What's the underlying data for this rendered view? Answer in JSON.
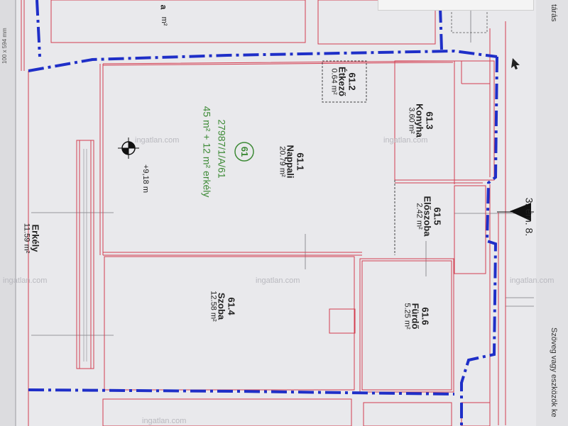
{
  "app": {
    "side_label_top": "tárás",
    "side_label_bottom": "Szöveg vagy eszközök ke",
    "pdf_size": "100 x 594 mm"
  },
  "rooms": [
    {
      "id": "konyha",
      "number": "61.3",
      "name": "Konyha",
      "area": "3.60 m²"
    },
    {
      "id": "etkezo",
      "number": "61.2",
      "name": "Étkező",
      "area": "0.64 m²"
    },
    {
      "id": "nappali",
      "number": "61.1",
      "name": "Nappali",
      "area": "20.79 m²"
    },
    {
      "id": "eloszoba",
      "number": "61.5",
      "name": "Előszoba",
      "area": "2.42 m²"
    },
    {
      "id": "furdo",
      "number": "61.6",
      "name": "Fürdő",
      "area": "5.25 m²"
    },
    {
      "id": "szoba",
      "number": "61.4",
      "name": "Szoba",
      "area": "12.58 m²"
    },
    {
      "id": "erkely",
      "name": "Erkély",
      "area": "11.59 m²"
    }
  ],
  "apartment": {
    "badge": "61",
    "parcel": "27987/1/A/61",
    "size": "45 m² + 12 m² erkély"
  },
  "level_mark": "+9,18 m",
  "floor_label": "3. em. 8.",
  "top_left_partial": "a",
  "top_left_partial_area": "m²",
  "watermark": "ingatlan.com",
  "colors": {
    "wall": "#d43d50",
    "boundary": "#1f2fc8",
    "annotation": "#3d8a36",
    "background": "#e9e9ec"
  }
}
